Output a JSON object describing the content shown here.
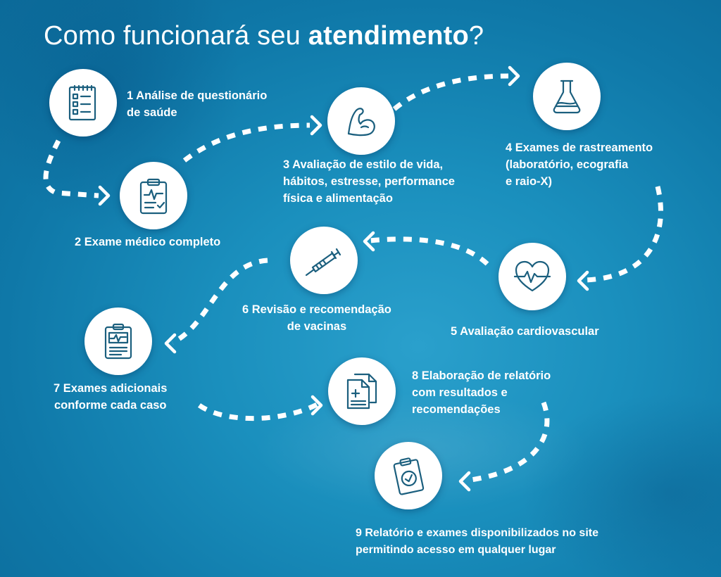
{
  "header": {
    "title_prefix": "Como funcionará seu ",
    "title_bold": "atendimento",
    "title_suffix": "?"
  },
  "colors": {
    "background": "#1a8fbd",
    "icon_stroke": "#1b5f7e",
    "circle_fill": "#ffffff",
    "text": "#ffffff"
  },
  "steps": [
    {
      "label_lines": [
        "1 Análise de questionário",
        "de saúde"
      ],
      "icon": "questionnaire-icon"
    },
    {
      "label_lines": [
        "2 Exame médico completo"
      ],
      "icon": "clipboard-heartbeat-icon"
    },
    {
      "label_lines": [
        "3 Avaliação de estilo de vida,",
        "hábitos, estresse, performance",
        "física e alimentação"
      ],
      "icon": "flexed-arm-icon"
    },
    {
      "label_lines": [
        "4 Exames de rastreamento",
        "(laboratório, ecografia",
        "e raio-X)"
      ],
      "icon": "flask-icon"
    },
    {
      "label_lines": [
        "5 Avaliação cardiovascular"
      ],
      "icon": "heart-pulse-icon"
    },
    {
      "label_lines": [
        "6 Revisão e recomendação",
        "de vacinas"
      ],
      "icon": "syringe-icon"
    },
    {
      "label_lines": [
        "7 Exames adicionais",
        "conforme cada caso"
      ],
      "icon": "medical-report-icon"
    },
    {
      "label_lines": [
        "8 Elaboração de relatório",
        "com resultados e",
        "recomendações"
      ],
      "icon": "documents-icon"
    },
    {
      "label_lines": [
        "9 Relatório e exames disponibilizados no site",
        "permitindo acesso em qualquer lugar"
      ],
      "icon": "clipboard-check-icon"
    }
  ]
}
